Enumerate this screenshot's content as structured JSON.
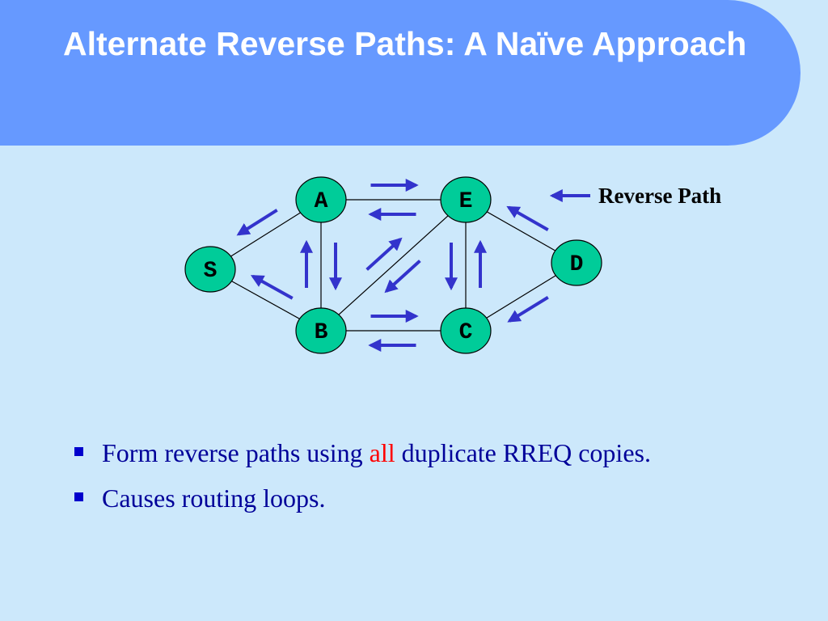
{
  "title": "Alternate Reverse Paths: A Naïve Approach",
  "colors": {
    "title_bg": "#6699ff",
    "slide_bg": "#cce8fb",
    "node_fill": "#00cc99",
    "arrow": "#3333cc",
    "bullet_text": "#000099",
    "highlight": "#ff0000"
  },
  "diagram": {
    "legend": {
      "label": "Reverse Path",
      "icon": "left-arrow-icon"
    },
    "nodes": [
      {
        "id": "A",
        "label": "A"
      },
      {
        "id": "E",
        "label": "E"
      },
      {
        "id": "S",
        "label": "S"
      },
      {
        "id": "D",
        "label": "D"
      },
      {
        "id": "B",
        "label": "B"
      },
      {
        "id": "C",
        "label": "C"
      }
    ],
    "edges": [
      [
        "S",
        "A"
      ],
      [
        "S",
        "B"
      ],
      [
        "A",
        "E"
      ],
      [
        "A",
        "B"
      ],
      [
        "B",
        "E"
      ],
      [
        "B",
        "C"
      ],
      [
        "E",
        "C"
      ],
      [
        "E",
        "D"
      ],
      [
        "C",
        "D"
      ]
    ],
    "arrows": [
      {
        "from": "A",
        "to": "E",
        "direction": "forward"
      },
      {
        "from": "E",
        "to": "A",
        "direction": "reverse"
      },
      {
        "from": "A",
        "to": "S",
        "direction": "reverse"
      },
      {
        "from": "A",
        "to": "B",
        "direction": "forward"
      },
      {
        "from": "B",
        "to": "A",
        "direction": "reverse"
      },
      {
        "from": "B",
        "to": "S",
        "direction": "reverse"
      },
      {
        "from": "B",
        "to": "E",
        "direction": "forward"
      },
      {
        "from": "E",
        "to": "B",
        "direction": "reverse"
      },
      {
        "from": "B",
        "to": "C",
        "direction": "forward"
      },
      {
        "from": "C",
        "to": "B",
        "direction": "reverse"
      },
      {
        "from": "E",
        "to": "C",
        "direction": "forward"
      },
      {
        "from": "C",
        "to": "E",
        "direction": "reverse"
      },
      {
        "from": "D",
        "to": "E",
        "direction": "reverse"
      },
      {
        "from": "D",
        "to": "C",
        "direction": "reverse"
      }
    ]
  },
  "bullets": [
    {
      "before": "Form reverse paths using ",
      "highlight": "all",
      "after": " duplicate RREQ copies."
    },
    {
      "before": "Causes routing loops.",
      "highlight": "",
      "after": ""
    }
  ]
}
